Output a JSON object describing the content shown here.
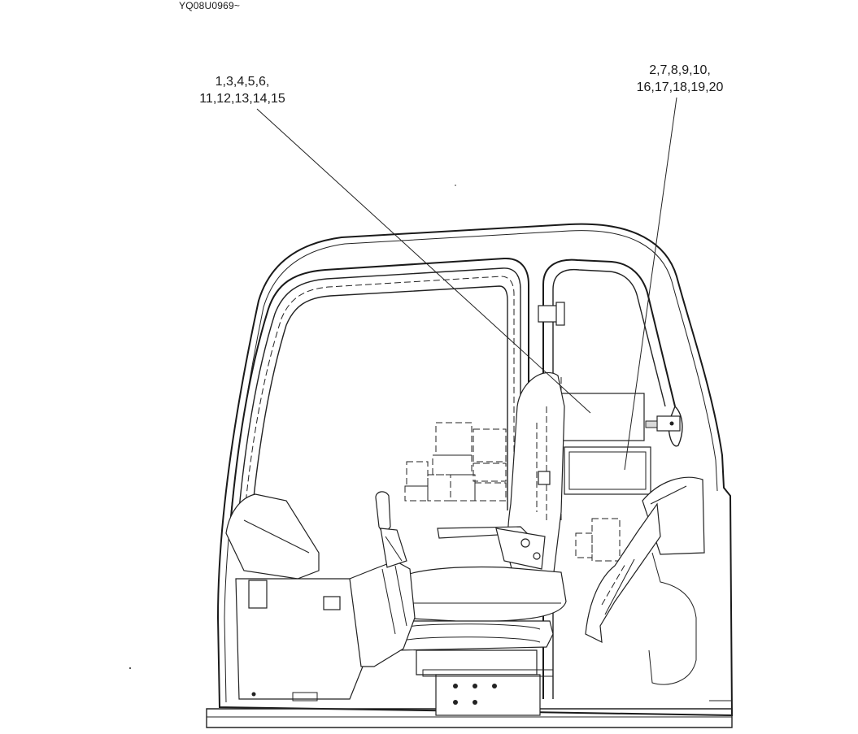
{
  "drawing_code": "YQ08U0969~",
  "callouts": {
    "left": {
      "line1": "1,3,4,5,6,",
      "line2": "11,12,13,14,15"
    },
    "right": {
      "line1": "2,7,8,9,10,",
      "line2": "16,17,18,19,20"
    }
  }
}
